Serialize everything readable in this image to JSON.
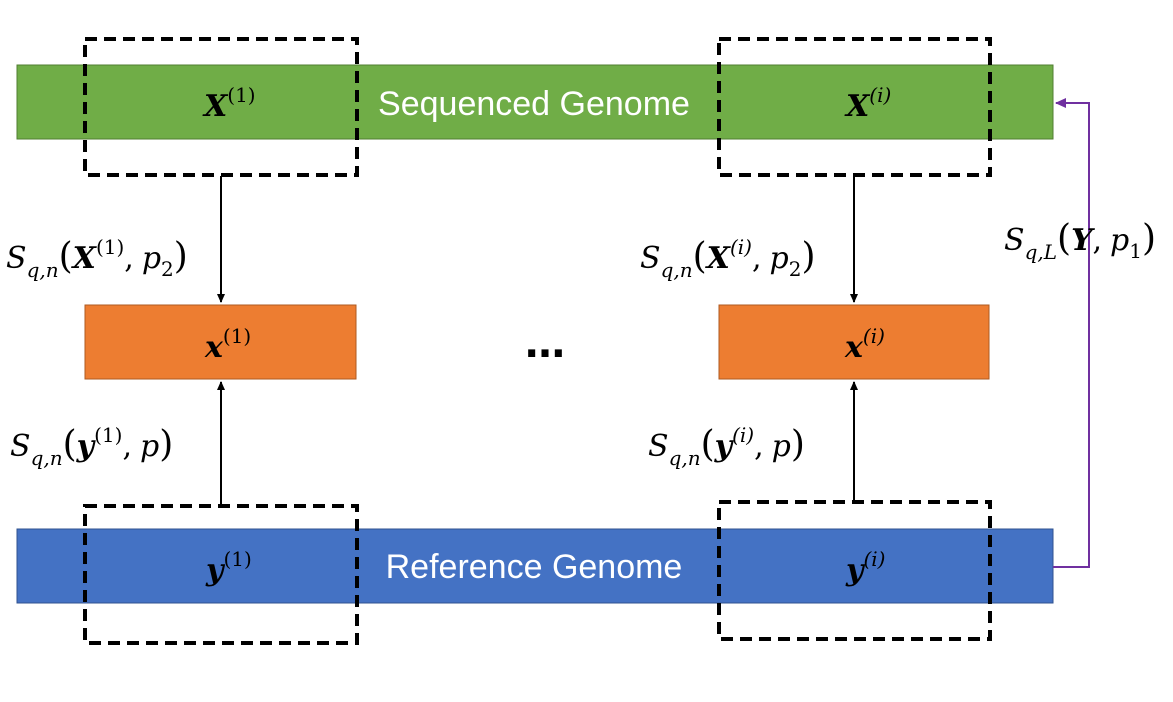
{
  "colors": {
    "sequenced_bar": "#70ad47",
    "reference_bar": "#4472c4",
    "sample_box": "#ed7d31",
    "loop_arrow": "#7030a0",
    "arrow": "#000000"
  },
  "bars": {
    "sequenced_label": "Sequenced Genome",
    "reference_label": "Reference Genome"
  },
  "windows": {
    "X": {
      "sym": "X",
      "first_index": "(1)",
      "last_index": "(i)"
    },
    "x": {
      "sym": "x",
      "first_index": "(1)",
      "last_index": "(i)"
    },
    "y": {
      "sym": "y",
      "first_index": "(1)",
      "last_index": "(i)"
    }
  },
  "ellipsis": "…",
  "formulas": {
    "S": "S",
    "qn": "q,n",
    "qL": "q,L",
    "Y": "Y",
    "p": "p",
    "p1": "1",
    "p2": "2",
    "comma": ",",
    "lparen": "(",
    "rparen": ")"
  }
}
